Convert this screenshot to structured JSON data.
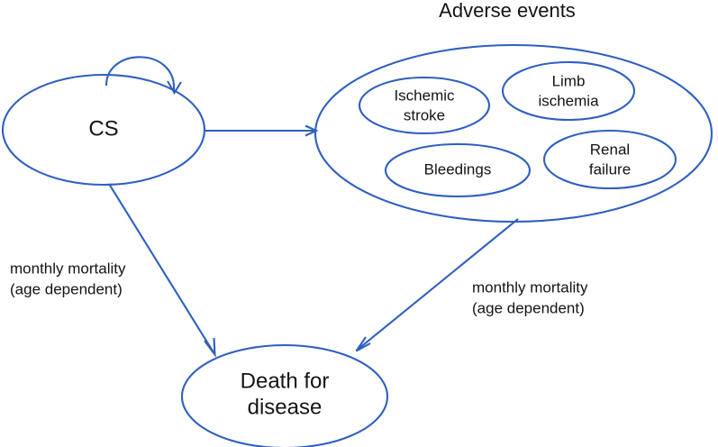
{
  "diagram": {
    "title": "Adverse events",
    "accent_color": "#2e5fc0",
    "text_color": "#141414",
    "background_color": "#ffffff",
    "nodes": {
      "cs": {
        "label": "CS"
      },
      "death": {
        "label_line1": "Death for",
        "label_line2": "disease"
      },
      "ischemic_stroke": {
        "label_line1": "Ischemic",
        "label_line2": "stroke"
      },
      "limb_ischemia": {
        "label_line1": "Limb",
        "label_line2": "ischemia"
      },
      "bleedings": {
        "label_line1": "Bleedings",
        "label_line2": ""
      },
      "renal_failure": {
        "label_line1": "Renal",
        "label_line2": "failure"
      }
    },
    "edge_labels": {
      "cs_to_death": {
        "line1": "monthly mortality",
        "line2": "(age dependent)"
      },
      "adverse_to_death": {
        "line1": "monthly mortality",
        "line2": "(age dependent)"
      }
    }
  }
}
